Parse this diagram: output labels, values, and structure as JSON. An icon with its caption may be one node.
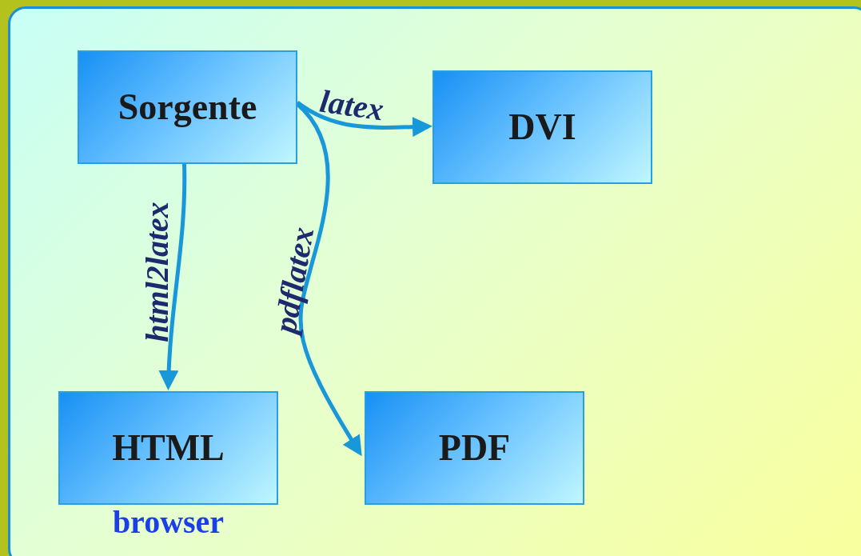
{
  "diagram": {
    "nodes": [
      {
        "text": [
          "Sorgente"
        ]
      },
      {
        "text": [
          "DVI"
        ]
      },
      {
        "text": [
          "HTML"
        ],
        "beside": [
          "browser"
        ]
      },
      {
        "text": [
          "PDF"
        ]
      }
    ],
    "edges": [
      {
        "from": 0,
        "to": 1,
        "arrow": "to",
        "label": "latex"
      },
      {
        "from": 0,
        "to": 2,
        "arrow": "to",
        "label": "html2latex"
      },
      {
        "from": 0,
        "to": 3,
        "arrow": "to",
        "label": "pdflatex"
      }
    ]
  }
}
